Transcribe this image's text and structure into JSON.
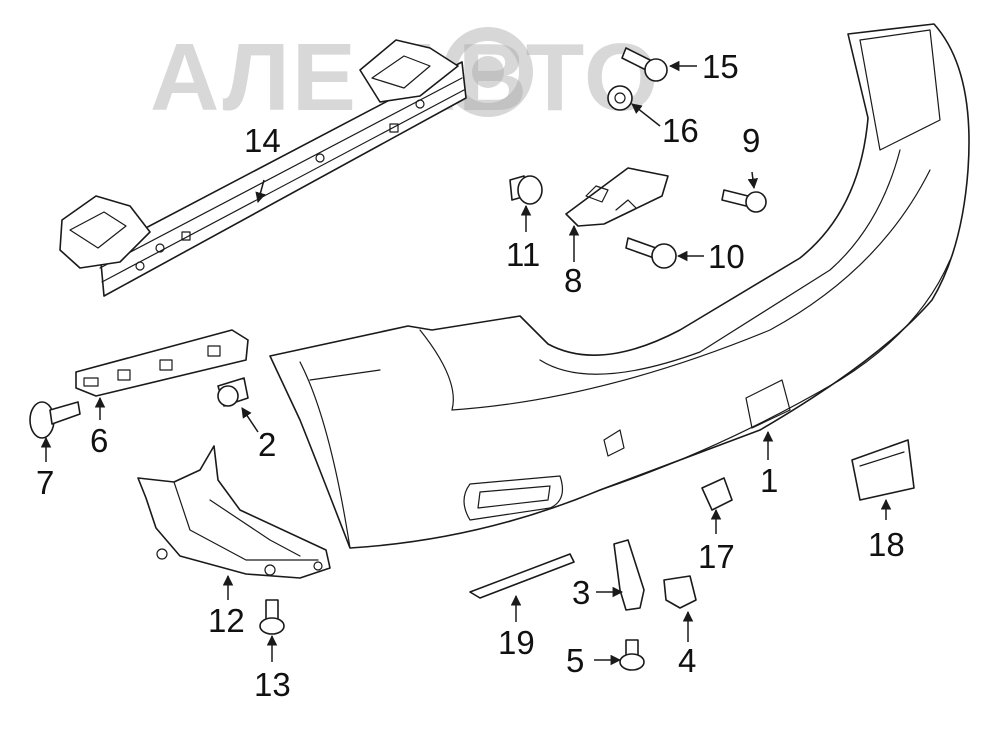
{
  "watermark": {
    "text": "АЛЕ АВТО",
    "color": "#b9b9b9"
  },
  "colors": {
    "line": "#1a1a1a",
    "background": "#ffffff"
  },
  "callouts": {
    "c1": "1",
    "c2": "2",
    "c3": "3",
    "c4": "4",
    "c5": "5",
    "c6": "6",
    "c7": "7",
    "c8": "8",
    "c9": "9",
    "c10": "10",
    "c11": "11",
    "c12": "12",
    "c13": "13",
    "c14": "14",
    "c15": "15",
    "c16": "16",
    "c17": "17",
    "c18": "18",
    "c19": "19"
  }
}
